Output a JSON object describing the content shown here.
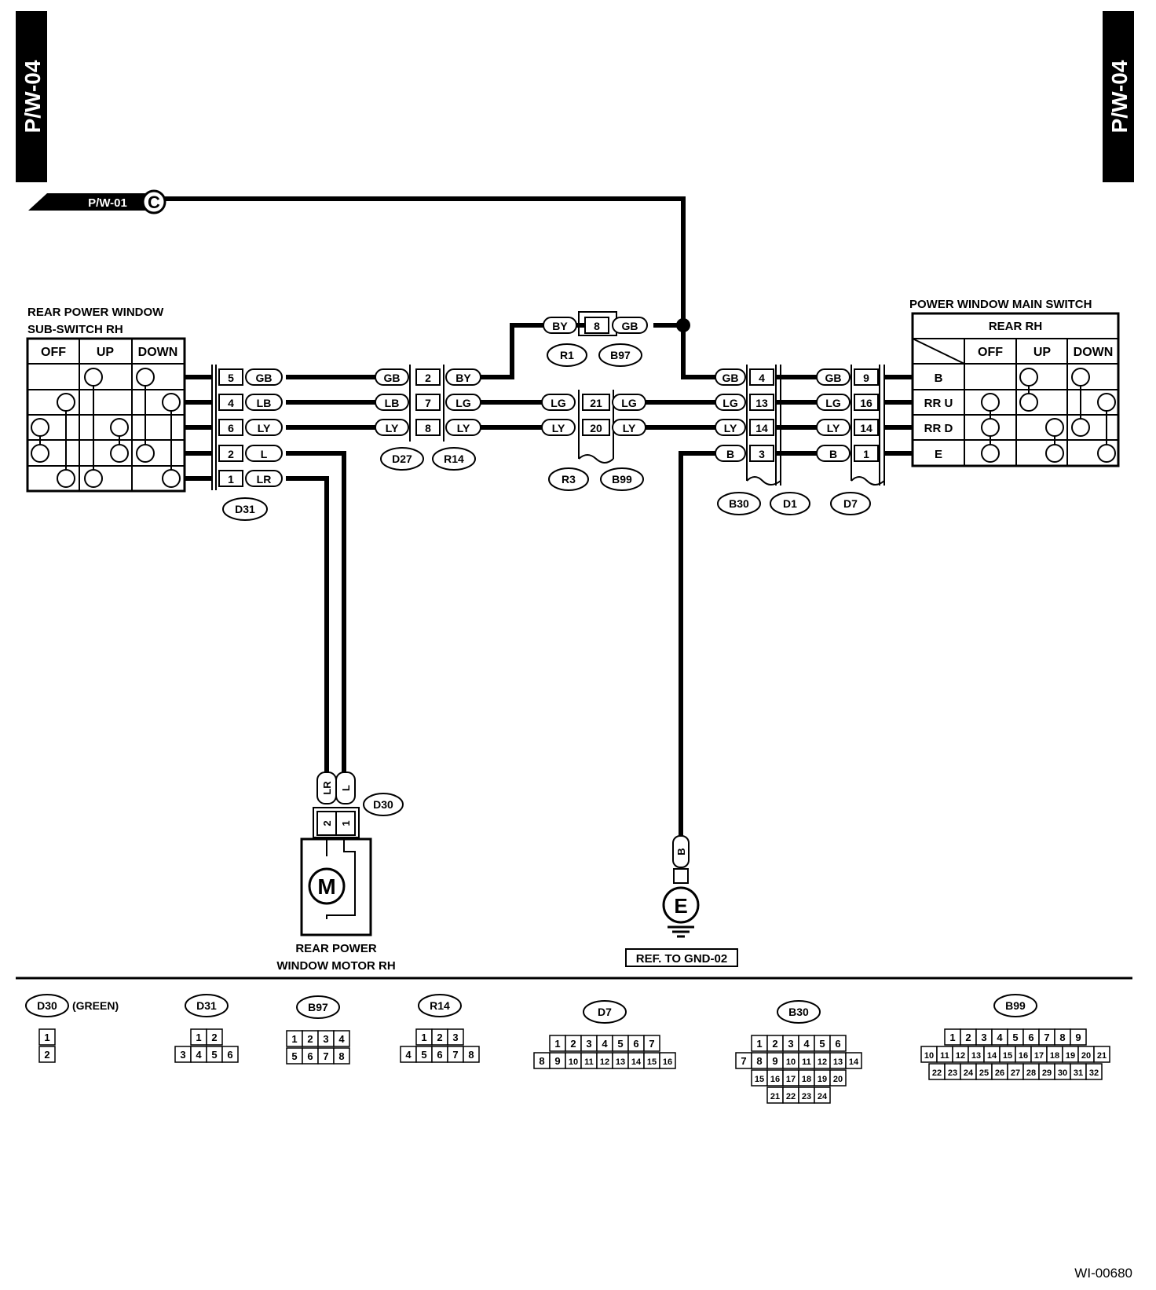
{
  "page": {
    "label": "P/W-04",
    "doc_id": "WI-00680",
    "offpage_ref": "P/W-01",
    "offpage_letter": "C",
    "ground_letter": "E",
    "ground_ref": "REF. TO GND-02"
  },
  "components": {
    "sub_switch": {
      "title_line1": "REAR POWER WINDOW",
      "title_line2": "SUB-SWITCH RH",
      "columns": [
        "OFF",
        "UP",
        "DOWN"
      ]
    },
    "main_switch": {
      "title": "POWER WINDOW MAIN SWITCH",
      "subtitle": "REAR RH",
      "columns": [
        "OFF",
        "UP",
        "DOWN"
      ],
      "rows": [
        "B",
        "RR U",
        "RR D",
        "E"
      ]
    },
    "motor": {
      "symbol": "M",
      "label_line1": "REAR POWER",
      "label_line2": "WINDOW MOTOR RH"
    }
  },
  "connectors": {
    "D31": {
      "label": "D31",
      "pins": [
        "5",
        "4",
        "6",
        "2",
        "1"
      ],
      "wires": [
        "GB",
        "LB",
        "LY",
        "L",
        "LR"
      ]
    },
    "D27_R14": {
      "labels": [
        "D27",
        "R14"
      ],
      "pins": [
        "2",
        "7",
        "8"
      ],
      "wires_left": [
        "GB",
        "LB",
        "LY"
      ],
      "wires_right": [
        "BY",
        "LG",
        "LY"
      ]
    },
    "R1_B97": {
      "labels": [
        "R1",
        "B97"
      ],
      "pin": "8",
      "wire_left": "BY",
      "wire_right": "GB"
    },
    "R3_B99": {
      "labels": [
        "R3",
        "B99"
      ],
      "pins": [
        "21",
        "20"
      ],
      "wires_left": [
        "LG",
        "LY"
      ],
      "wires_right": [
        "LG",
        "LY"
      ]
    },
    "B30_D1": {
      "labels": [
        "B30",
        "D1"
      ],
      "pins": [
        "4",
        "13",
        "14",
        "3"
      ],
      "wires": [
        "GB",
        "LG",
        "LY",
        "B"
      ]
    },
    "D7": {
      "label": "D7",
      "pins": [
        "9",
        "16",
        "14",
        "1"
      ],
      "wires": [
        "GB",
        "LG",
        "LY",
        "B"
      ]
    },
    "D30": {
      "label": "D30",
      "pins": [
        "2",
        "1"
      ],
      "wires": [
        "LR",
        "L"
      ]
    },
    "ground_wire": "B"
  },
  "connector_views": [
    {
      "id": "D30",
      "note": "(GREEN)",
      "rows": [
        [
          "1"
        ],
        [
          "2"
        ]
      ]
    },
    {
      "id": "D31",
      "rows": [
        [
          "1",
          "2"
        ],
        [
          "3",
          "4",
          "5",
          "6"
        ]
      ]
    },
    {
      "id": "B97",
      "rows": [
        [
          "1",
          "2",
          "3",
          "4"
        ],
        [
          "5",
          "6",
          "7",
          "8"
        ]
      ]
    },
    {
      "id": "R14",
      "rows": [
        [
          "1",
          "2",
          "3"
        ],
        [
          "4",
          "5",
          "6",
          "7",
          "8"
        ]
      ]
    },
    {
      "id": "D7",
      "rows": [
        [
          "1",
          "2",
          "3",
          "4",
          "5",
          "6",
          "7"
        ],
        [
          "8",
          "9",
          "10",
          "11",
          "12",
          "13",
          "14",
          "15",
          "16"
        ]
      ]
    },
    {
      "id": "B30",
      "rows": [
        [
          "1",
          "2",
          "3",
          "4",
          "5",
          "6"
        ],
        [
          "7",
          "8",
          "9",
          "10",
          "11",
          "12",
          "13",
          "14"
        ],
        [
          "15",
          "16",
          "17",
          "18",
          "19",
          "20"
        ],
        [
          "21",
          "22",
          "23",
          "24"
        ]
      ]
    },
    {
      "id": "B99",
      "rows": [
        [
          "1",
          "2",
          "3",
          "4",
          "5",
          "6",
          "7",
          "8",
          "9"
        ],
        [
          "10",
          "11",
          "12",
          "13",
          "14",
          "15",
          "16",
          "17",
          "18",
          "19",
          "20",
          "21"
        ],
        [
          "22",
          "23",
          "24",
          "25",
          "26",
          "27",
          "28",
          "29",
          "30",
          "31",
          "32"
        ]
      ]
    }
  ]
}
